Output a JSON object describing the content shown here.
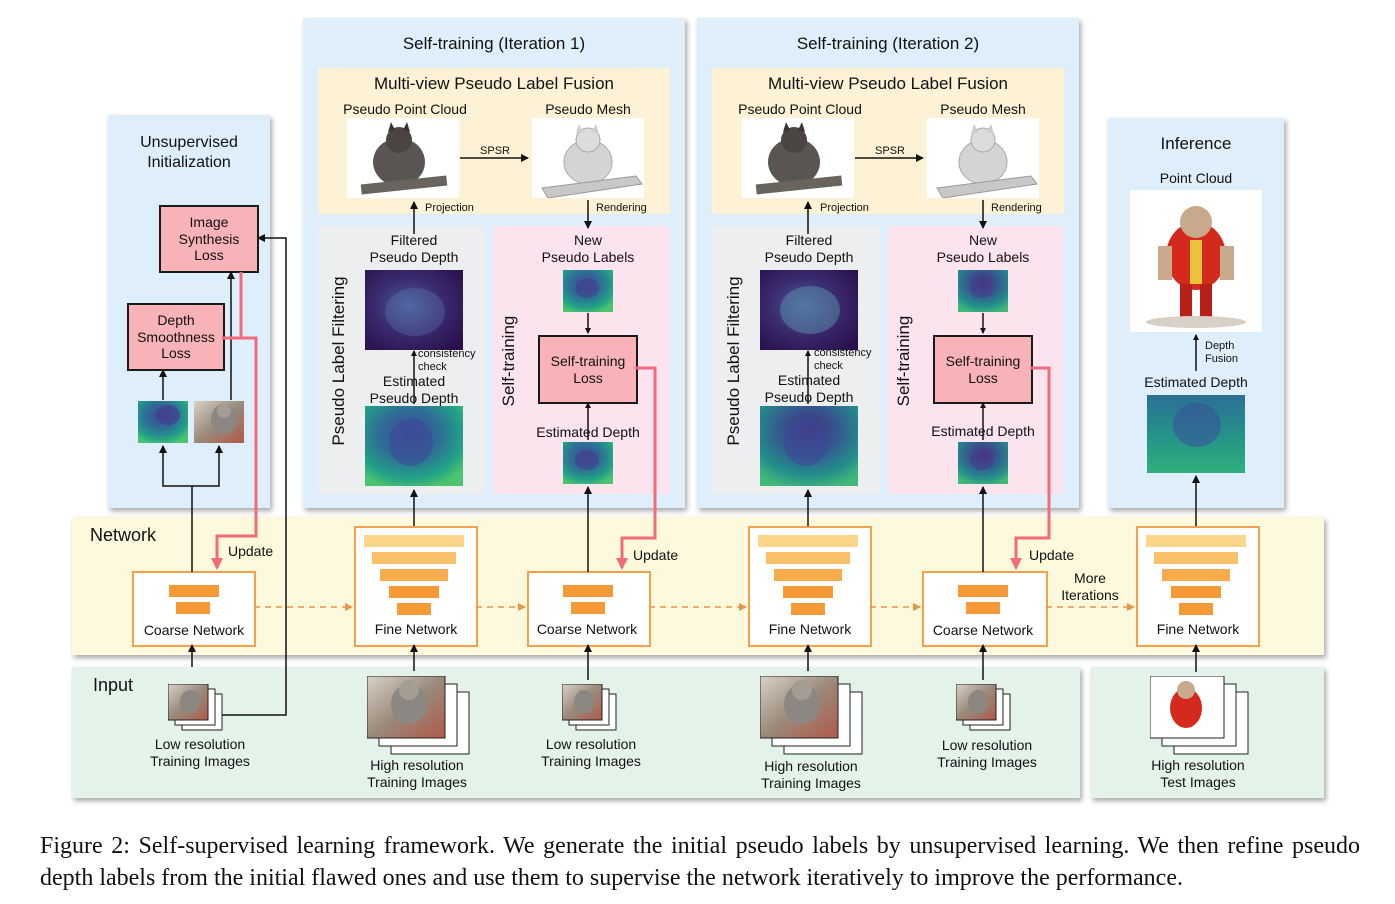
{
  "figure": {
    "panels": {
      "unsupervised_init": "Unsupervised\nInitialization",
      "iter1_title": "Self-training (Iteration 1)",
      "iter2_title": "Self-training (Iteration 2)",
      "inference_title": "Inference",
      "network": "Network",
      "input": "Input"
    },
    "fusion": {
      "title": "Multi-view Pseudo Label Fusion",
      "point_cloud": "Pseudo Point Cloud",
      "mesh": "Pseudo Mesh",
      "spsr": "SPSR",
      "projection": "Projection",
      "rendering": "Rendering"
    },
    "filtering": {
      "side": "Pseudo Label Filtering",
      "filtered": "Filtered\nPseudo Depth",
      "consistency": "consistency\ncheck",
      "estimated": "Estimated\nPseudo Depth"
    },
    "selftrain": {
      "side": "Self-training",
      "new_labels": "New\nPseudo Labels",
      "loss": "Self-training\nLoss",
      "estimated": "Estimated Depth"
    },
    "losses": {
      "image_synthesis": "Image\nSynthesis\nLoss",
      "depth_smoothness": "Depth\nSmoothness\nLoss"
    },
    "networks": {
      "coarse": "Coarse Network",
      "fine": "Fine Network",
      "update": "Update",
      "more_iterations": "More\nIterations"
    },
    "inference": {
      "point_cloud": "Point Cloud",
      "depth_fusion": "Depth\nFusion",
      "estimated": "Estimated Depth"
    },
    "inputs": {
      "low_res": "Low resolution\nTraining Images",
      "high_res": "High resolution\nTraining Images",
      "high_res_test": "High resolution\nTest Images"
    },
    "caption": "Figure 2: Self-supervised learning framework. We generate the initial pseudo labels by unsupervised learning. We then refine pseudo depth labels from the initial flawed ones and use them to supervise the network iteratively to improve the performance.",
    "colors": {
      "blue_panel": "#deeefa",
      "fusion_panel": "#fdf2d6",
      "filter_panel": "#eceef0",
      "selftrain_panel": "#fce4ef",
      "network_band": "#fdf9dc",
      "input_band": "#e3f3ea",
      "loss_box": "#f8b3b8",
      "update_arrow": "#f26b7c",
      "network_orange": "#f5a14a"
    }
  }
}
